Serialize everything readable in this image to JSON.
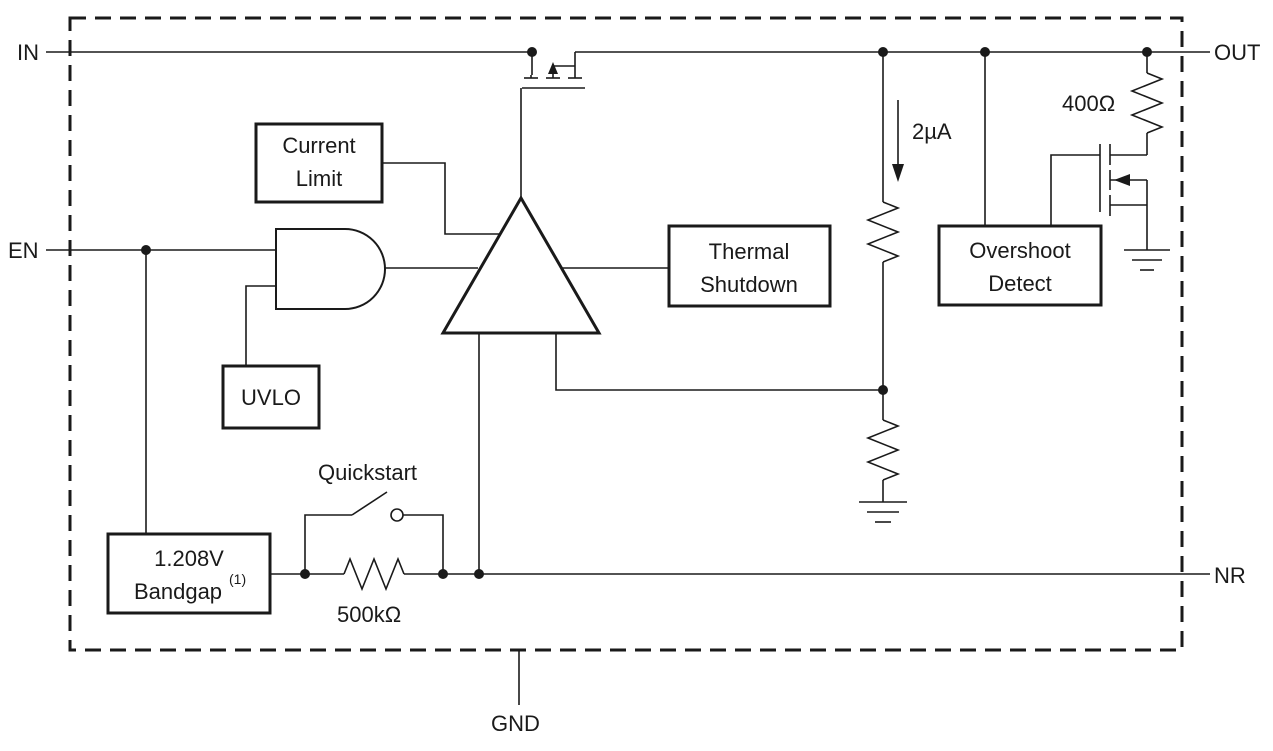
{
  "pins": {
    "in": "IN",
    "en": "EN",
    "out": "OUT",
    "nr": "NR",
    "gnd": "GND"
  },
  "blocks": {
    "current_limit": [
      "Current",
      "Limit"
    ],
    "thermal_shutdown": [
      "Thermal",
      "Shutdown"
    ],
    "uvlo": "UVLO",
    "overshoot_detect": [
      "Overshoot",
      "Detect"
    ],
    "bandgap": [
      "1.208V",
      "Bandgap",
      "(1)"
    ]
  },
  "labels": {
    "current_source": "2µA",
    "pulldown_resistor": "400Ω",
    "nr_resistor": "500kΩ",
    "switch": "Quickstart"
  }
}
